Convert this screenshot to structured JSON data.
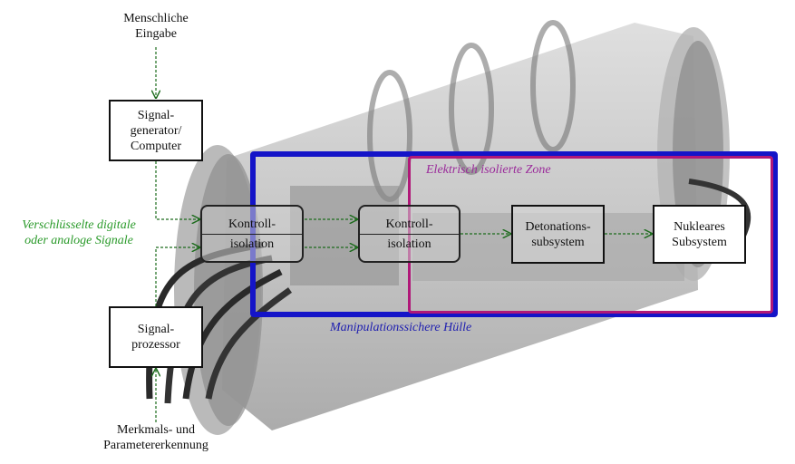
{
  "labels": {
    "human_input": [
      "Menschliche",
      "Eingabe"
    ],
    "signal_generator": [
      "Signal-",
      "generator/",
      "Computer"
    ],
    "encrypted_signals": [
      "Verschlüsselte digitale",
      "oder analoge Signale"
    ],
    "control_isolation_1": [
      "Kontroll-",
      "isolation"
    ],
    "control_isolation_2": [
      "Kontroll-",
      "isolation"
    ],
    "detonation_subsystem": [
      "Detonations-",
      "subsystem"
    ],
    "nuclear_subsystem": [
      "Nukleares",
      "Subsystem"
    ],
    "signal_processor": [
      "Signal-",
      "prozessor"
    ],
    "feature_recognition": [
      "Merkmals- und",
      "Parametererkennung"
    ],
    "electrically_isolated_zone": "Elektrisch isolierte Zone",
    "tamper_proof_shell": "Manipulationssichere Hülle"
  },
  "colors": {
    "tamper_shell_border": "#1414c8",
    "isolated_zone_border": "#b01878",
    "green_text": "#2a9a2a",
    "purple_text": "#9a2a9a",
    "blue_text": "#2020b0",
    "arrow_green": "#1c6b1c"
  }
}
